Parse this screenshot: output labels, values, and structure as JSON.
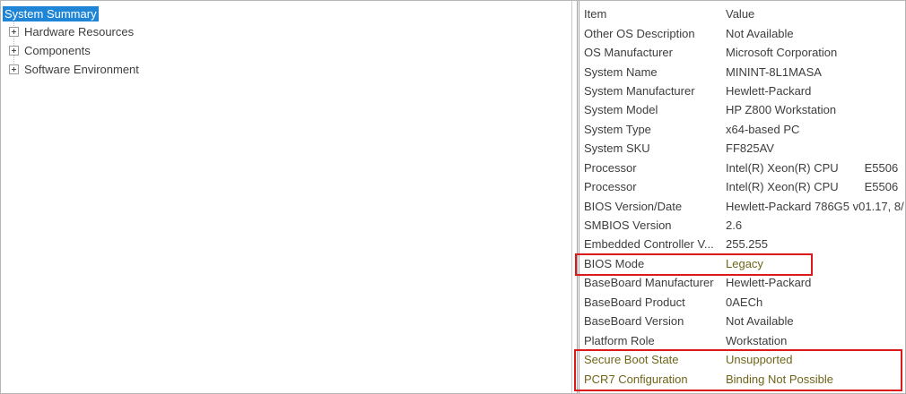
{
  "tree": {
    "items": [
      {
        "label": "System Summary",
        "selected": true,
        "expandable": false
      },
      {
        "label": "Hardware Resources",
        "selected": false,
        "expandable": true
      },
      {
        "label": "Components",
        "selected": false,
        "expandable": true
      },
      {
        "label": "Software Environment",
        "selected": false,
        "expandable": true
      }
    ]
  },
  "table": {
    "columns": {
      "item": "Item",
      "value": "Value"
    },
    "rows": [
      {
        "item": "Other OS Description",
        "value": "Not Available"
      },
      {
        "item": "OS Manufacturer",
        "value": "Microsoft Corporation"
      },
      {
        "item": "System Name",
        "value": "MININT-8L1MASA"
      },
      {
        "item": "System Manufacturer",
        "value": "Hewlett-Packard"
      },
      {
        "item": "System Model",
        "value": "HP Z800 Workstation"
      },
      {
        "item": "System Type",
        "value": "x64-based PC"
      },
      {
        "item": "System SKU",
        "value": "FF825AV"
      },
      {
        "item": "Processor",
        "value": "Intel(R) Xeon(R) CPU        E5506"
      },
      {
        "item": "Processor",
        "value": "Intel(R) Xeon(R) CPU        E5506"
      },
      {
        "item": "BIOS Version/Date",
        "value": "Hewlett-Packard 786G5 v01.17, 8/"
      },
      {
        "item": "SMBIOS Version",
        "value": "2.6"
      },
      {
        "item": "Embedded Controller V...",
        "value": "255.255"
      },
      {
        "item": "BIOS Mode",
        "value": "Legacy",
        "value_highlighted": true,
        "annotated": true
      },
      {
        "item": "BaseBoard Manufacturer",
        "value": "Hewlett-Packard"
      },
      {
        "item": "BaseBoard Product",
        "value": "0AECh"
      },
      {
        "item": "BaseBoard Version",
        "value": "Not Available"
      },
      {
        "item": "Platform Role",
        "value": "Workstation"
      },
      {
        "item": "Secure Boot State",
        "value": "Unsupported",
        "item_highlighted": true,
        "value_highlighted": true,
        "annotated": true
      },
      {
        "item": "PCR7 Configuration",
        "value": "Binding Not Possible",
        "item_highlighted": true,
        "value_highlighted": true,
        "annotated": true
      }
    ]
  },
  "colors": {
    "selection_blue": "#1f86d7",
    "annotation_red": "#dc1a1a",
    "highlight_text_olive": "#6f6519"
  }
}
